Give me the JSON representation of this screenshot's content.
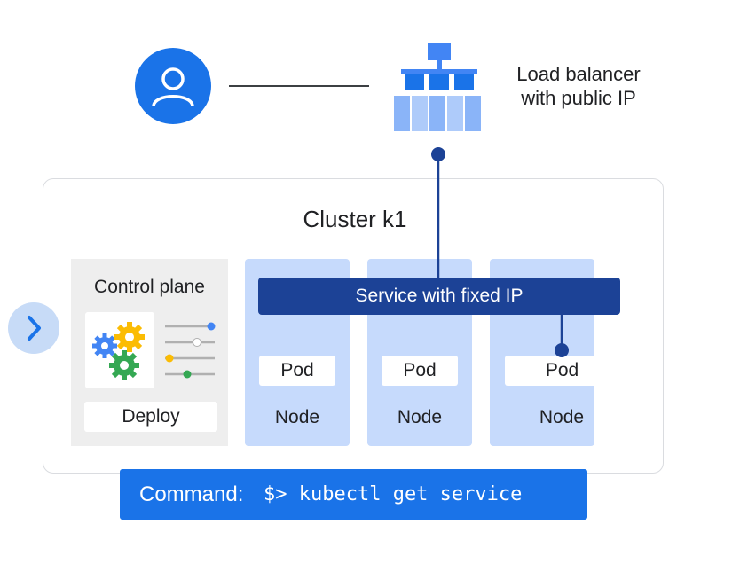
{
  "top": {
    "user_icon": "person-icon",
    "load_balancer_icon": "load-balancer-icon",
    "load_balancer_label_line1": "Load balancer",
    "load_balancer_label_line2": "with public IP"
  },
  "cluster": {
    "title": "Cluster k1",
    "control_plane": {
      "title": "Control plane",
      "gears_icon": "gears-icon",
      "sliders_icon": "sliders-icon",
      "deploy_label": "Deploy"
    },
    "service_label": "Service with fixed IP",
    "nodes": [
      {
        "pod_label": "Pod",
        "node_label": "Node"
      },
      {
        "pod_label": "Pod",
        "node_label": "Node"
      },
      {
        "pod_label": "Pod",
        "node_label": "Node"
      }
    ]
  },
  "nav": {
    "icon": "chevron-right-icon"
  },
  "command": {
    "label": "Command:",
    "code": "$> kubectl get service"
  },
  "colors": {
    "node_fill": "#c6dafc",
    "service_fill": "#1c4296",
    "command_fill": "#1a73e8",
    "user_circle": "#1a73e8",
    "connector_dot": "#1c4296"
  }
}
